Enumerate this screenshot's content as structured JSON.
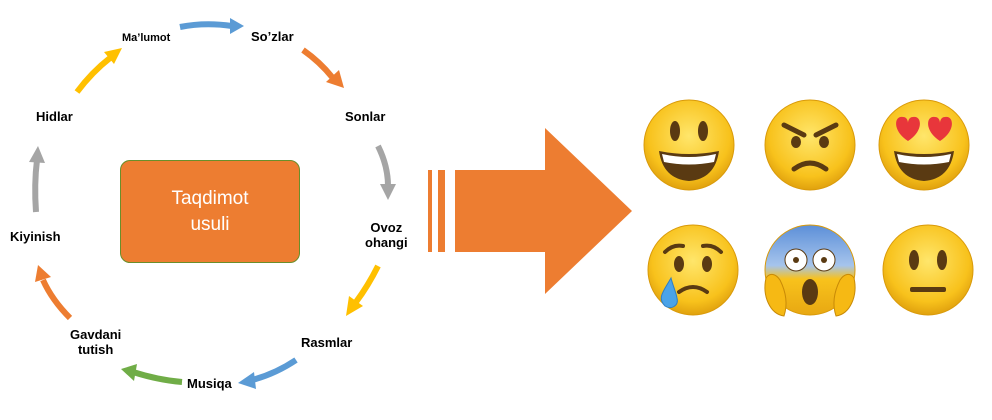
{
  "diagram": {
    "center_label_line1": "Taqdimot",
    "center_label_line2": "usuli",
    "cycle_labels": {
      "malumot": "Ma’lumot",
      "sozlar": "So’zlar",
      "sonlar": "Sonlar",
      "ovoz_line1": "Ovoz",
      "ovoz_line2": "ohangi",
      "rasmlar": "Rasmlar",
      "musiqa": "Musiqa",
      "gavdani_line1": "Gavdani",
      "gavdani_line2": "tutish",
      "kiyinish": "Kiyinish",
      "hidlar": "Hidlar"
    },
    "emojis": [
      "grinning-face",
      "angry-face",
      "heart-eyes-face",
      "crying-face",
      "screaming-face",
      "neutral-face"
    ],
    "colors": {
      "orange": "#ed7d31",
      "blue": "#5b9bd5",
      "yellow": "#ffc000",
      "gray": "#a5a5a5",
      "green": "#70ad47",
      "emoji_yellow": "#f7c21c"
    }
  }
}
